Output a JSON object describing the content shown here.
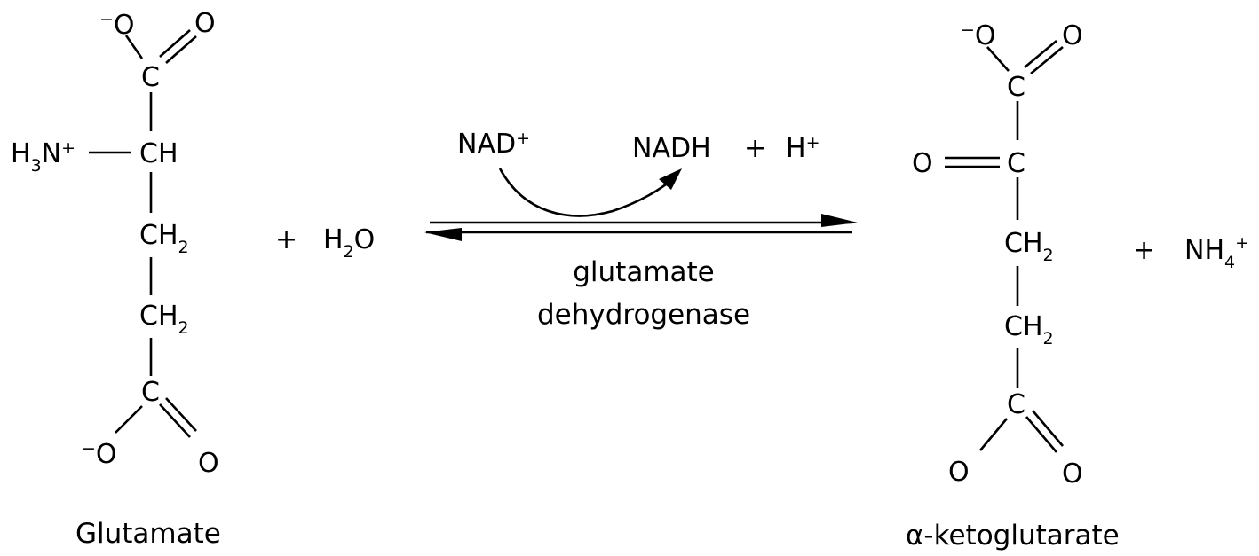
{
  "reactant": {
    "name": "Glutamate",
    "top_carboxylate": {
      "o_minus": "O",
      "minus_sign": "−",
      "o_double": "O",
      "carbon": "C"
    },
    "alpha": {
      "amino": "H",
      "amino_sub": "3",
      "amino_n": "N",
      "amino_charge": "+",
      "group": "CH"
    },
    "ch2_a": {
      "main": "CH",
      "sub": "2"
    },
    "ch2_b": {
      "main": "CH",
      "sub": "2"
    },
    "bottom_carboxylate": {
      "carbon": "C",
      "o_minus": "O",
      "minus_sign": "−",
      "o_double": "O"
    }
  },
  "water": {
    "plus": "+",
    "h": "H",
    "sub": "2",
    "o": "O"
  },
  "arrow": {
    "cofactor_in": "NAD",
    "cofactor_in_charge": "+",
    "cofactor_out": "NADH",
    "plus": "+",
    "proton": "H",
    "proton_charge": "+",
    "enzyme_line1": "glutamate",
    "enzyme_line2": "dehydrogenase"
  },
  "product": {
    "name": "α-ketoglutarate",
    "top_carboxylate": {
      "o_minus": "O",
      "minus_sign": "−",
      "o_double": "O",
      "carbon": "C"
    },
    "keto": {
      "o": "O",
      "carbon": "C"
    },
    "ch2_a": {
      "main": "CH",
      "sub": "2"
    },
    "ch2_b": {
      "main": "CH",
      "sub": "2"
    },
    "bottom_carboxylate": {
      "carbon": "C",
      "o_left": "O",
      "o_right": "O"
    }
  },
  "ammonium": {
    "plus": "+",
    "nh": "NH",
    "sub": "4",
    "charge": "+"
  }
}
